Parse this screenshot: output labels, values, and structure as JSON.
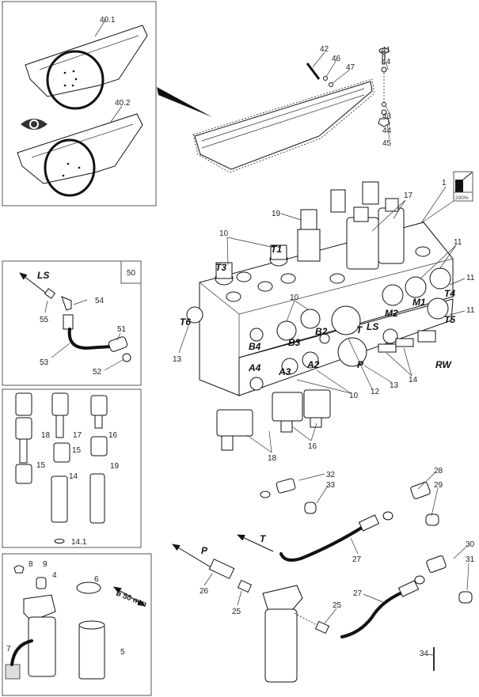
{
  "bracket_detail": {
    "variant_1": "40.1",
    "variant_2": "40.2",
    "icon": "eye-icon"
  },
  "bracket_fasteners": [
    "42",
    "46",
    "47",
    "41",
    "44",
    "43",
    "44",
    "45"
  ],
  "zoom_badge": {
    "text": "200%",
    "icon": "magnify-icon"
  },
  "valve_block": {
    "callouts": [
      "1",
      "17",
      "19",
      "10",
      "11",
      "11",
      "11",
      "10",
      "13",
      "13",
      "12",
      "10",
      "14",
      "18",
      "16"
    ],
    "ports": [
      "T1",
      "T3",
      "T4",
      "M1",
      "M2",
      "T5",
      "T6",
      "B2",
      "T",
      "LS",
      "B4",
      "B3",
      "A4",
      "A3",
      "A2",
      "P",
      "RW"
    ]
  },
  "ls_kit": {
    "kit_number": "50",
    "direction": "LS",
    "callouts": [
      "54",
      "55",
      "51",
      "53",
      "52"
    ]
  },
  "spare_cartridges": {
    "callouts": [
      "18",
      "17",
      "16",
      "15",
      "15",
      "14",
      "19",
      "14.1"
    ]
  },
  "filter_kit": {
    "callouts": [
      "8",
      "9",
      "4",
      "6",
      "5",
      "7"
    ],
    "dimension": "ø 50 mm"
  },
  "hoses": {
    "direction_p": "P",
    "direction_t": "T",
    "callouts": [
      "32",
      "33",
      "28",
      "29",
      "27",
      "26",
      "25",
      "25",
      "30",
      "31",
      "27",
      "34"
    ]
  }
}
